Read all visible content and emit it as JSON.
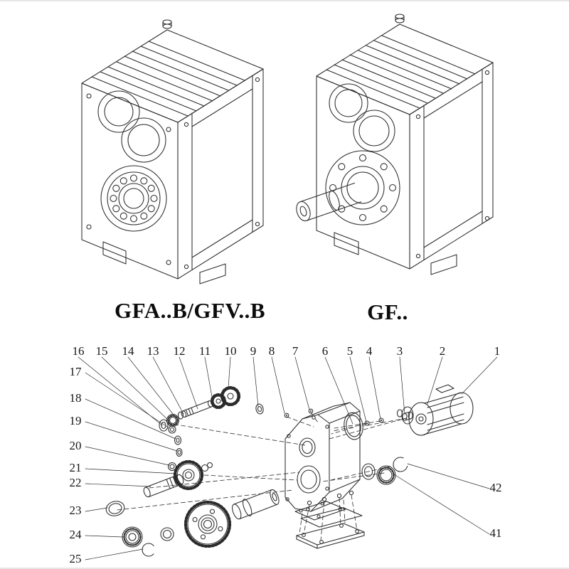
{
  "palette": {
    "background": "#ffffff",
    "line": "#2b2b2b",
    "text": "#111111"
  },
  "models": [
    {
      "label": "GFA..B/GFV..B"
    },
    {
      "label": "GF.."
    }
  ],
  "exploded": {
    "callouts_top": [
      "16",
      "15",
      "14",
      "13",
      "12",
      "11",
      "10",
      "9",
      "8",
      "7",
      "6",
      "5",
      "4",
      "3",
      "2",
      "1"
    ],
    "callouts_left": [
      "17",
      "18",
      "19",
      "20",
      "21",
      "22",
      "23",
      "24",
      "25"
    ],
    "callouts_right": [
      "42",
      "41"
    ]
  }
}
